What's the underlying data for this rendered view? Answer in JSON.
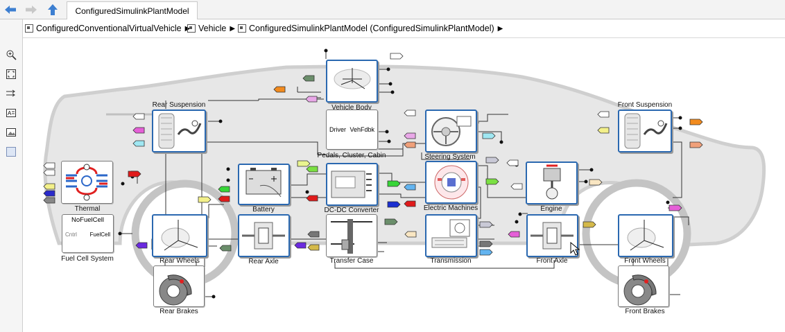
{
  "tab": {
    "title": "ConfiguredSimulinkPlantModel"
  },
  "breadcrumb": {
    "items": [
      {
        "label": "ConfiguredConventionalVirtualVehicle"
      },
      {
        "label": "Vehicle"
      },
      {
        "label": "ConfiguredSimulinkPlantModel (ConfiguredSimulinkPlantModel)"
      }
    ]
  },
  "left_tools": [
    "zoom-in-icon",
    "fit-to-view-icon",
    "route-lines-icon",
    "text-annotation-icon",
    "image-annotation-icon",
    "area-icon"
  ],
  "blocks": {
    "vehicle_body": "Vehicle Body",
    "rear_suspension": "Rear Suspension",
    "front_suspension": "Front Suspension",
    "pedals": "Pedals, Cluster, Cabin",
    "pedals_driver": "Driver",
    "pedals_vehfdbk": "VehFdbk",
    "steering": "Steering System",
    "thermal": "Thermal",
    "battery": "Battery",
    "dcdc": "DC-DC Converter",
    "electric_machines": "Electric Machines",
    "engine": "Engine",
    "fuel_cell": "Fuel Cell System",
    "fuel_cell_title": "NoFuelCell",
    "fuel_cell_cntrl": "Cntrl",
    "fuel_cell_port": "FuelCell",
    "rear_wheels": "Rear Wheels",
    "rear_axle": "Rear Axle",
    "transfer_case": "Transfer Case",
    "transmission": "Transmission",
    "front_axle": "Front Axle",
    "front_wheels": "Front Wheels",
    "rear_brakes": "Rear Brakes",
    "front_brakes": "Front Brakes"
  },
  "colors": {
    "accent": "#2a68b0",
    "vehicle_silhouette": "#e4e4e4",
    "wheel_ring": "#bdbdbd"
  }
}
